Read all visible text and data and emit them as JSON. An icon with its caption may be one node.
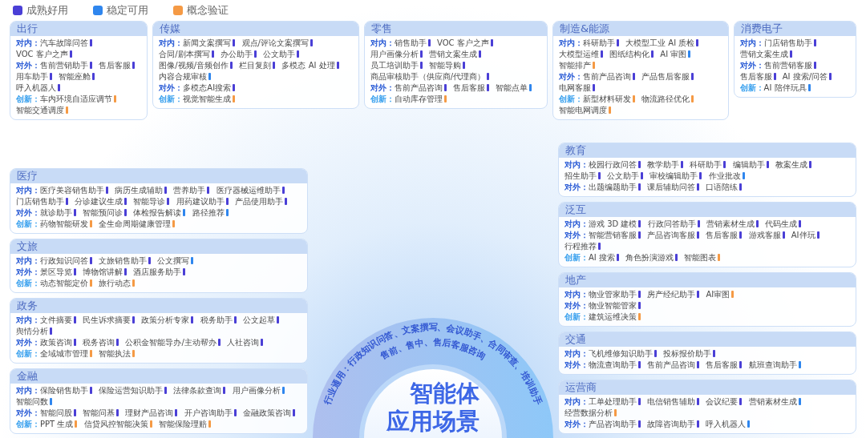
{
  "diagram": {
    "nodes": [
      {
        "text": [
          "行业通用：行政知识问答、文案撰写、会议助手、合同审查、培训助手",
          "售前、售中、售后客服咨询"
        ]
      },
      {
        "text": [
          "智能体应用场景"
        ],
        "in": 0
      },
      {
        "text": [
          "金融"
        ]
      },
      {
        "text": [
          "对内：",
          "保险销售助手",
          "保险运营知识助手",
          "法律条款查询",
          "用户画像分析",
          "智能问数"
        ],
        "in": 2
      },
      {
        "text": [
          "对外：",
          "智能问股",
          "智能问基",
          "理财产品咨询",
          "开户咨询助手",
          "金融政策咨询"
        ],
        "in": 2
      },
      {
        "text": [
          "创新：",
          "PPT 生成",
          "信贷风控智能决策",
          "智能保险理赔"
        ],
        "in": 2
      },
      {
        "text": [
          "政务"
        ]
      },
      {
        "text": [
          "对内：",
          "文件摘要",
          "民生诉求摘要",
          "政策分析专家",
          "税务助手",
          "公文起草",
          "舆情分析"
        ],
        "in": 6
      },
      {
        "text": [
          "对外：",
          "政策咨询",
          "税务咨询",
          "公积金智能导办/主动帮办",
          "人社咨询"
        ],
        "in": 6
      },
      {
        "text": [
          "创新：",
          "全域城市管理",
          "智能执法"
        ],
        "in": 6
      },
      {
        "text": [
          "文旅"
        ]
      },
      {
        "text": [
          "对内：",
          "行政知识问答",
          "文旅销售助手",
          "公文撰写"
        ],
        "in": 10
      },
      {
        "text": [
          "对外：",
          "景区导览",
          "博物馆讲解",
          "酒店服务助手"
        ],
        "in": 10
      },
      {
        "text": [
          "创新：",
          "动态智能定价",
          "旅行动态"
        ],
        "in": 10
      },
      {
        "text": [
          "医疗"
        ]
      },
      {
        "text": [
          "对内：",
          "医疗美容销售助手",
          "病历生成辅助",
          "营养助手",
          "医疗器械运维助手",
          "门店销售助手",
          "分诊建议生成",
          "智能导诊",
          "用药建议助手",
          "产品使用助手"
        ],
        "in": 14
      },
      {
        "text": [
          "对外：",
          "就诊助手",
          "智能预问诊",
          "体检报告解读",
          "路径推荐"
        ],
        "in": 14
      },
      {
        "text": [
          "创新：",
          "药物智能研发",
          "全生命周期健康管理"
        ],
        "in": 14
      },
      {
        "text": [
          "出行"
        ]
      },
      {
        "text": [
          "对内：",
          "汽车故障问答",
          "VOC 客户之声"
        ],
        "in": 18
      },
      {
        "text": [
          "对外：",
          "售前营销助手",
          "售后客服",
          "用车助手",
          "智能座舱",
          "呼入机器人"
        ],
        "in": 18
      },
      {
        "text": [
          "创新：",
          "车内环境自适应调节",
          "智能交通调度"
        ],
        "in": 18
      },
      {
        "text": [
          "传媒"
        ]
      },
      {
        "text": [
          "对内：",
          "新闻文案撰写",
          "观点/评论文案撰写",
          "合同/剧本撰写",
          "办公助手",
          "公文助手",
          "图像/视频/音频创作",
          "栏目复刻",
          "多模态 AI 处理",
          "内容合规审核"
        ],
        "in": 22
      },
      {
        "text": [
          "对外：",
          "多模态AI搜索"
        ],
        "in": 22
      },
      {
        "text": [
          "创新：",
          "视觉智能生成"
        ],
        "in": 22
      },
      {
        "text": [
          "零售"
        ]
      },
      {
        "text": [
          "对内：",
          "销售助手",
          "VOC 客户之声",
          "用户画像分析",
          "营销文案生成",
          "员工培训助手",
          "智能导购",
          "商品审核助手（供应商/代理商）"
        ],
        "in": 26
      },
      {
        "text": [
          "对外：",
          "售前产品咨询",
          "售后客服",
          "智能点单"
        ],
        "in": 26
      },
      {
        "text": [
          "创新：",
          "自动库存管理"
        ],
        "in": 26
      },
      {
        "text": [
          "制造&能源"
        ]
      },
      {
        "text": [
          "对内：",
          "科研助手",
          "大模型工业 AI 质检",
          "大模型运维",
          "图纸结构化",
          "AI 审图",
          "智能排产"
        ],
        "in": 30
      },
      {
        "text": [
          "对外：",
          "售前产品咨询",
          "产品售后客服",
          "电网客服"
        ],
        "in": 30
      },
      {
        "text": [
          "创新：",
          "新型材料研发",
          "物流路径优化",
          "智能电网调度"
        ],
        "in": 30
      },
      {
        "text": [
          "消费电子"
        ]
      },
      {
        "text": [
          "对内：",
          "门店销售助手",
          "营销文案生成"
        ],
        "in": 34
      },
      {
        "text": [
          "对外：",
          "售前营销客服",
          "售后客服",
          "AI 搜索/问答"
        ],
        "in": 34
      },
      {
        "text": [
          "创新：",
          "AI 陪伴玩具"
        ],
        "in": 34
      },
      {
        "text": [
          "教育"
        ]
      },
      {
        "text": [
          "对内：",
          "校园行政问答",
          "教学助手",
          "科研助手",
          "编辑助手",
          "教案生成",
          "招生助手",
          "公文助手",
          "审校编辑助手",
          "作业批改"
        ],
        "in": 38
      },
      {
        "text": [
          "对外：",
          "出题编题助手",
          "课后辅助问答",
          "口语陪练"
        ],
        "in": 38
      },
      {
        "text": [
          "泛互"
        ]
      },
      {
        "text": [
          "对内：",
          "游戏 3D 建模",
          "行政问答助手",
          "营销素材生成",
          "代码生成"
        ],
        "in": 41
      },
      {
        "text": [
          "对外：",
          "智能营销客服",
          "产品咨询客服",
          "售后客服",
          "游戏客服",
          "AI伴玩",
          "行程推荐"
        ],
        "in": 41
      },
      {
        "text": [
          "创新：",
          "AI 搜索",
          "角色扮演游戏",
          "智能图表"
        ],
        "in": 41
      },
      {
        "text": [
          "地产"
        ]
      },
      {
        "text": [
          "对内：",
          "物业管家助手",
          "房产经纪助手",
          "AI审图"
        ],
        "in": 45
      },
      {
        "text": [
          "对外：",
          "物业智能管家"
        ],
        "in": 45
      },
      {
        "text": [
          "创新：",
          "建筑运维决策"
        ],
        "in": 45
      },
      {
        "text": [
          "交通"
        ]
      },
      {
        "text": [
          "对内：",
          "飞机维修知识助手",
          "投标报价助手"
        ],
        "in": 49
      },
      {
        "text": [
          "对外：",
          "物流查询助手",
          "售前产品咨询",
          "售后客服",
          "航班查询助手"
        ],
        "in": 49
      },
      {
        "text": [
          "运营商"
        ]
      },
      {
        "text": [
          "对内：",
          "工单处理助手",
          "电信销售辅助",
          "会议纪要",
          "营销素材生成",
          "经营数据分析"
        ],
        "in": 52
      },
      {
        "text": [
          "对外：",
          "产品咨询助手",
          "故障咨询助手",
          "呼入机器人"
        ],
        "in": 52
      }
    ],
    "legend": [
      {
        "text": "成熟好用",
        "color": "#4a3fd6"
      },
      {
        "text": "稳定可用",
        "color": "#2f86ee"
      },
      {
        "text": "概念验证",
        "color": "#f59a45"
      }
    ]
  }
}
